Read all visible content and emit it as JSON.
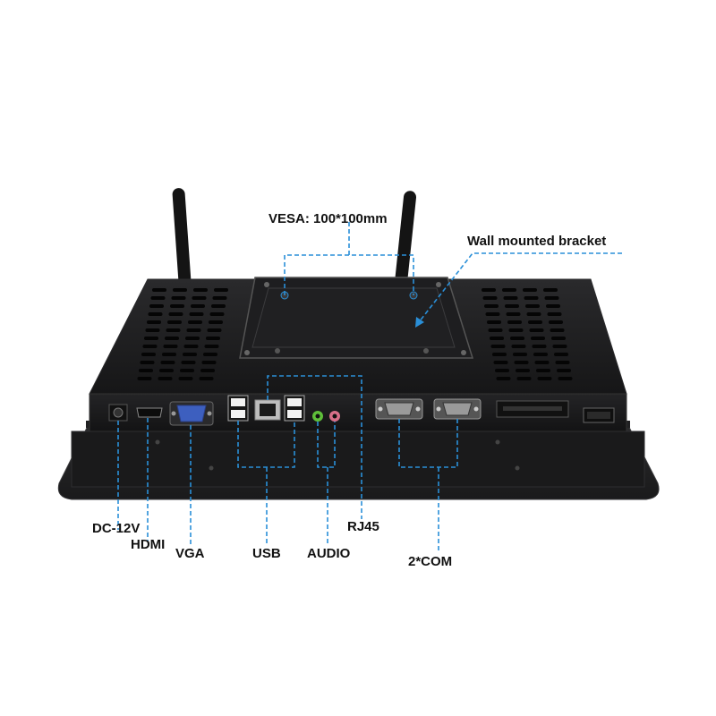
{
  "product": {
    "description": "Industrial panel PC, rear view with wall mounted bracket and I/O ports"
  },
  "labels": {
    "vesa": "VESA: 100*100mm",
    "wall_bracket": "Wall mounted bracket",
    "dc": "DC-12V",
    "hdmi": "HDMI",
    "vga": "VGA",
    "usb": "USB",
    "audio": "AUDIO",
    "rj45": "RJ45",
    "com": "2*COM"
  },
  "colors": {
    "background": "#ffffff",
    "device_body": "#1b1b1c",
    "device_edge": "#2c2c2e",
    "callout_line": "#2a8fd8",
    "vga_port": "#3d5fbf",
    "audio_green": "#5fbf3a",
    "audio_pink": "#d9708a",
    "label_text": "#111111"
  }
}
